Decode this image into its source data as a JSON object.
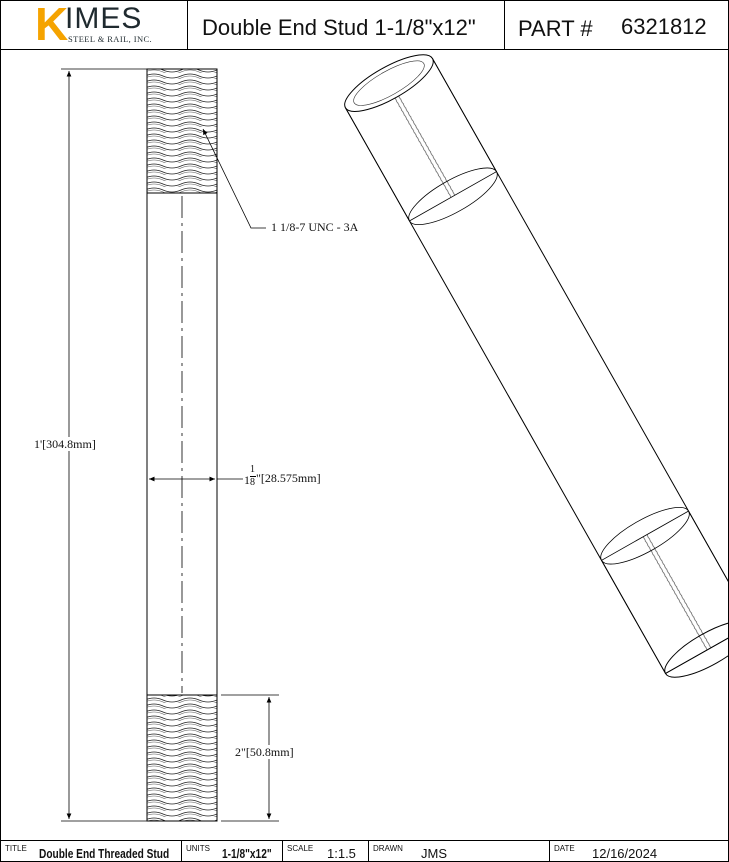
{
  "logo": {
    "initial": "K",
    "word": "IMES",
    "subtitle": "STEEL & RAIL, INC."
  },
  "header": {
    "title": "Double End Stud 1-1/8\"x12\"",
    "part_label": "PART #",
    "part_number": "6321812"
  },
  "dimensions": {
    "overall_length": "1'[304.8mm]",
    "diameter_whole": "1",
    "diameter_num": "1",
    "diameter_den": "8",
    "diameter_rest": "\"[28.575mm]",
    "thread_length": "2\"[50.8mm]",
    "thread_callout": "1 1/8-7 UNC - 3A"
  },
  "footer": {
    "title_label": "TITLE",
    "title_value": "Double End Threaded Stud",
    "units_label": "UNITS",
    "units_value": "1-1/8\"x12\"",
    "scale_label": "SCALE",
    "scale_value": "1:1.5",
    "drawn_label": "DRAWN",
    "drawn_value": "JMS",
    "date_label": "DATE",
    "date_value": "12/16/2024"
  },
  "colors": {
    "logo_orange": "#f5a300",
    "logo_dark": "#1f2a2f",
    "line": "#000000"
  }
}
